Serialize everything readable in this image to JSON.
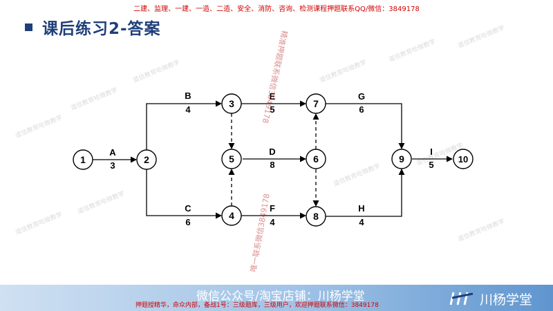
{
  "header": {
    "banner": "二建、监理、一建、一造、二造、安全、消防、咨询、检测课程押题联系QQ/微信：3849178",
    "title": "课后练习2-答案"
  },
  "diagram": {
    "nodes": [
      "1",
      "2",
      "3",
      "4",
      "5",
      "6",
      "7",
      "8",
      "9",
      "10"
    ],
    "activities": [
      {
        "name": "A",
        "duration": "3"
      },
      {
        "name": "B",
        "duration": "4"
      },
      {
        "name": "C",
        "duration": "6"
      },
      {
        "name": "E",
        "duration": "5"
      },
      {
        "name": "D",
        "duration": "8"
      },
      {
        "name": "F",
        "duration": "4"
      },
      {
        "name": "G",
        "duration": "6"
      },
      {
        "name": "H",
        "duration": "4"
      },
      {
        "name": "I",
        "duration": "5"
      }
    ]
  },
  "watermarks": {
    "red_vertical_1": "精准押题联系微信3849178",
    "red_vertical_2": "唯一联系微信3849178",
    "gray_pattern": "道信教育哈微教学"
  },
  "footer": {
    "text": "微信公众号/淘宝店铺：川杨学堂",
    "redline": "押题授精华，命众内部，备战1号：三级题库，三级用户，欢迎押题联系微信：3849178",
    "brand": "川杨学堂"
  },
  "colors": {
    "title": "#1f3f7a",
    "banner": "#d00000",
    "footer_from": "#cfe0f2",
    "footer_to": "#5f95cf"
  }
}
